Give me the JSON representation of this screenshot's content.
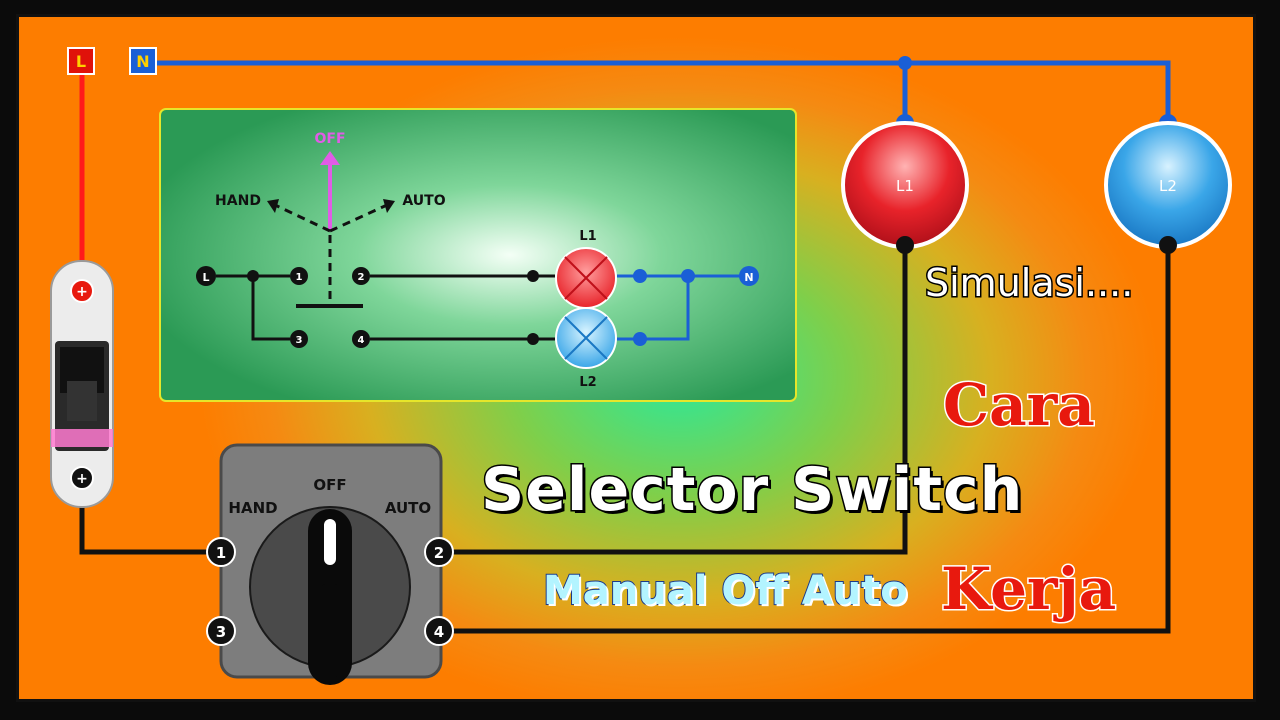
{
  "supply": {
    "line_label": "L",
    "neutral_label": "N"
  },
  "lamps": {
    "l1_label": "L1",
    "l2_label": "L2"
  },
  "selector_switch": {
    "positions": {
      "off": "OFF",
      "hand": "HAND",
      "auto": "AUTO"
    },
    "terminals": [
      "1",
      "2",
      "3",
      "4"
    ]
  },
  "breaker": {
    "top_terminal": "+",
    "bottom_terminal": "+"
  },
  "schematic": {
    "off": "OFF",
    "hand": "HAND",
    "auto": "AUTO",
    "line": "L",
    "neutral": "N",
    "terminals": [
      "1",
      "2",
      "3",
      "4"
    ],
    "lamp1": "L1",
    "lamp2": "L2"
  },
  "text": {
    "title": "Selector Switch",
    "subtitle": "Manual Off Auto",
    "simulasi": "Simulasi....",
    "cara": "Cara",
    "kerja": "Kerja"
  },
  "colors": {
    "line_wire": "#ff1a1a",
    "neutral_wire": "#1a5fd6",
    "lamp1": "#e8232a",
    "lamp2": "#3aa6e8"
  }
}
